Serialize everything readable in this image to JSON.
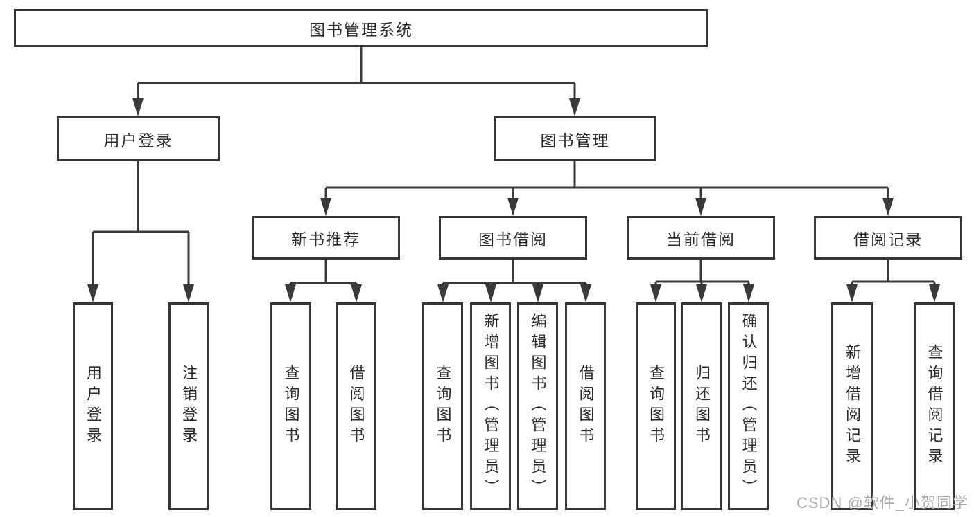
{
  "meta": {
    "type": "hierarchy-diagram",
    "background": "#ffffff",
    "colors": {
      "line": "#3a3a3a",
      "box_border": "#363636",
      "text": "#2b2b2b",
      "watermark": "#a9a9a9"
    }
  },
  "tree": {
    "root": {
      "label": "图书管理系统",
      "children": [
        {
          "label": "用户登录",
          "children": [
            {
              "label": "用户登录"
            },
            {
              "label": "注销登录"
            }
          ]
        },
        {
          "label": "图书管理",
          "children": [
            {
              "label": "新书推荐",
              "children": [
                {
                  "label": "查询图书"
                },
                {
                  "label": "借阅图书"
                }
              ]
            },
            {
              "label": "图书借阅",
              "children": [
                {
                  "label": "查询图书"
                },
                {
                  "label": "新增图书（管理员）"
                },
                {
                  "label": "编辑图书（管理员）"
                },
                {
                  "label": "借阅图书"
                }
              ]
            },
            {
              "label": "当前借阅",
              "children": [
                {
                  "label": "查询图书"
                },
                {
                  "label": "归还图书"
                },
                {
                  "label": "确认归还（管理员）"
                }
              ]
            },
            {
              "label": "借阅记录",
              "children": [
                {
                  "label": "新增借阅记录"
                },
                {
                  "label": "查询借阅记录"
                }
              ]
            }
          ]
        }
      ]
    }
  },
  "watermark": {
    "text": "CSDN @软件_小贺同学"
  }
}
